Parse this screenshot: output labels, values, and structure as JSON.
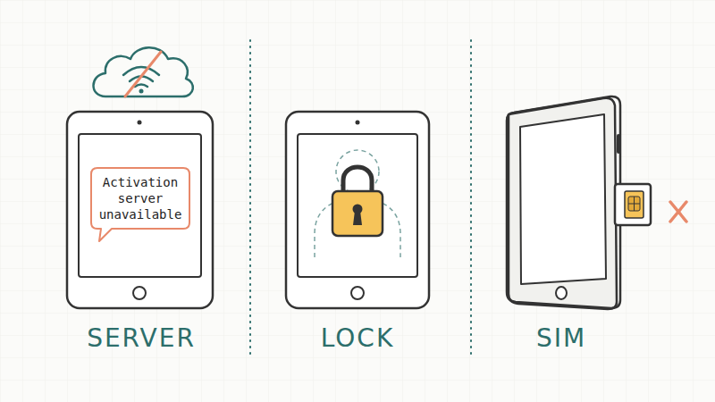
{
  "diagram": {
    "nodes": [
      {
        "text": [
          "Activation server unavailable"
        ]
      }
    ],
    "labels": [
      "SERVER",
      "LOCK",
      "SIM"
    ]
  }
}
